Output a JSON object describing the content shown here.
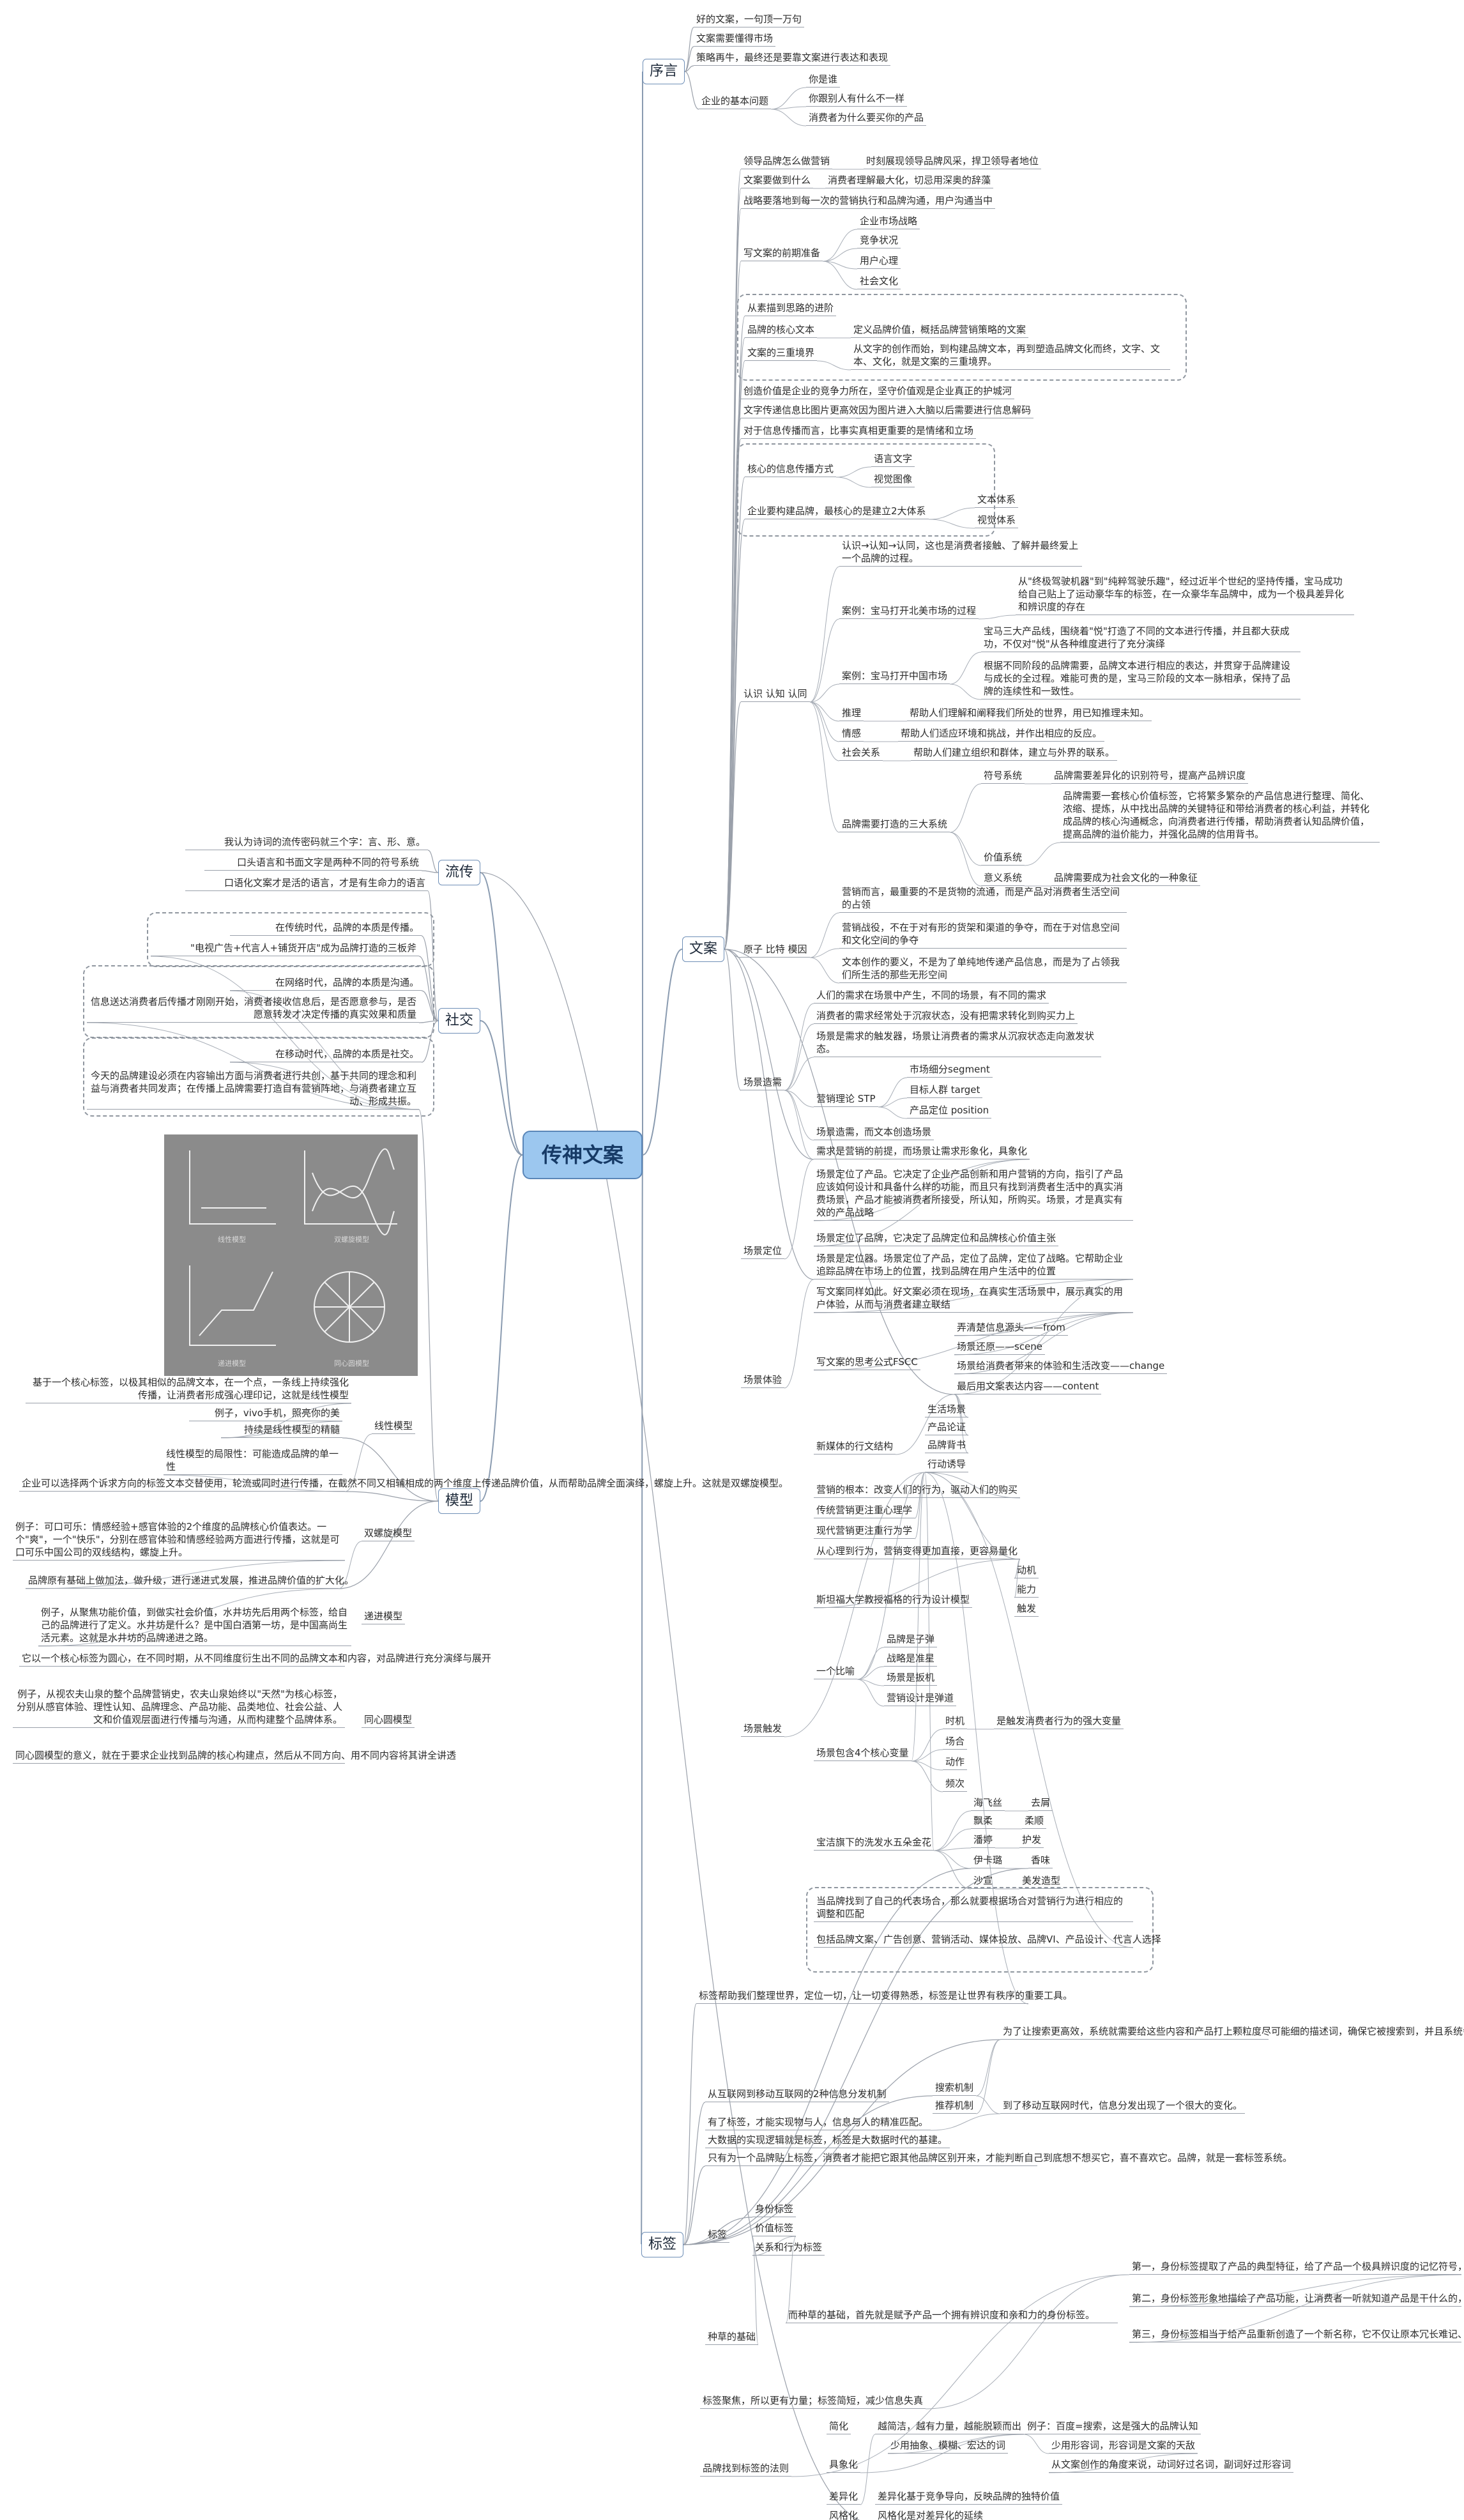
{
  "root": {
    "title": "传神文案"
  },
  "branches": [
    {
      "key": "xuyan",
      "label": "序言"
    },
    {
      "key": "wenan",
      "label": "文案"
    },
    {
      "key": "biaoqian",
      "label": "标签"
    },
    {
      "key": "liuchuan",
      "label": "流传"
    },
    {
      "key": "shejiao",
      "label": "社交"
    },
    {
      "key": "moxing",
      "label": "模型"
    }
  ],
  "picture_labels": [
    "线性模型",
    "双螺旋模型",
    "递进模型",
    "同心圆模型"
  ],
  "nodes": [
    "好的文案，一句顶一万句",
    "文案需要懂得市场",
    "策略再牛，最终还是要靠文案进行表达和表现",
    "企业的基本问题",
    "你是谁",
    "你跟别人有什么不一样",
    "消费者为什么要买你的产品",
    "领导品牌怎么做营销",
    "时刻展现领导品牌风采，捍卫领导者地位",
    "文案要做到什么",
    "消费者理解最大化，切忌用深奥的辞藻",
    "战略要落地到每一次的营销执行和品牌沟通，用户沟通当中",
    "写文案的前期准备",
    "企业市场战略",
    "竞争状况",
    "用户心理",
    "社会文化",
    "从素描到思路的进阶",
    "品牌的核心文本",
    "定义品牌价值，概括品牌营销策略的文案",
    "文案的三重境界",
    "从文字的创作而始，到构建品牌文本，再到塑造品牌文化而终，文字、文本、文化，就是文案的三重境界。",
    "创造价值是企业的竞争力所在，坚守价值观是企业真正的护城河",
    "文字传递信息比图片更高效",
    "因为图片进入大脑以后需要进行信息解码",
    "对于信息传播而言，比事实真相更重要的是情绪和立场",
    "核心的信息传播方式",
    "语言文字",
    "视觉图像",
    "企业要构建品牌，最核心的是建立2大体系",
    "文本体系",
    "视觉体系",
    "认识 认知 认同",
    "认识→认知→认同，这也是消费者接触、了解并最终爱上一个品牌的过程。",
    "案例：宝马打开北美市场的过程",
    "从\"终极驾驶机器\"到\"纯粹驾驶乐趣\"，经过近半个世纪的坚持传播，宝马成功给自己贴上了运动豪华车的标签，在一众豪华车品牌中，成为一个极具差异化和辨识度的存在",
    "案例：宝马打开中国市场",
    "宝马三大产品线，围绕着\"悦\"打造了不同的文本进行传播，并且都大获成功，不仅对\"悦\"从各种维度进行了充分演绎",
    "根据不同阶段的品牌需要，品牌文本进行相应的表达，并贯穿于品牌建设与成长的全过程。难能可贵的是，宝马三阶段的文本一脉相承，保持了品牌的连续性和一致性。",
    "推理",
    "帮助人们理解和阐释我们所处的世界，用已知推理未知。",
    "情感",
    "帮助人们适应环境和挑战，并作出相应的反应。",
    "社会关系",
    "帮助人们建立组织和群体，建立与外界的联系。",
    "品牌需要打造的三大系统",
    "符号系统",
    "品牌需要差异化的识别符号，提高产品辨识度",
    "价值系统",
    "品牌需要一套核心价值标签，它将繁多繁杂的产品信息进行整理、简化、浓缩、提炼，从中找出品牌的关键特征和带给消费者的核心利益，并转化成品牌的核心沟通概念，向消费者进行传播，帮助消费者认知品牌价值，提高品牌的溢价能力，并强化品牌的信用背书。",
    "意义系统",
    "品牌需要成为社会文化的一种象征",
    "原子 比特 模因",
    "营销而言，最重要的不是货物的流通，而是产品对消费者生活空间的占领",
    "营销战役，不在于对有形的货架和渠道的争夺，而在于对信息空间和文化空间的争夺",
    "文本创作的要义，不是为了单纯地传递产品信息，而是为了占领我们所生活的那些无形空间",
    "场景造需",
    "人们的需求在场景中产生，不同的场景，有不同的需求",
    "消费者的需求经常处于沉寂状态，没有把需求转化到购买力上",
    "场景是需求的触发器，场景让消费者的需求从沉寂状态走向激发状态。",
    "营销理论 STP",
    "市场细分segment",
    "目标人群 target",
    "产品定位 position",
    "场景造需，而文本创造场景",
    "需求是营销的前提，而场景让需求形象化，具象化",
    "场景定位",
    "场景定位了产品。它决定了企业产品创新和用户营销的方向，指引了产品应该如何设计和具备什么样的功能，而且只有找到消费者生活中的真实消费场景，产品才能被消费者所接受，所认知，所购买。场景，才是真实有效的产品战略",
    "场景定位了品牌，它决定了品牌定位和品牌核心价值主张",
    "场景是定位器。场景定位了产品，定位了品牌，定位了战略。它帮助企业追踪品牌在市场上的位置，找到品牌在用户生活中的位置",
    "场景体验",
    "写文案同样如此。好文案必须在现场，在真实生活场景中，展示真实的用户体验，从而与消费者建立联结",
    "写文案的思考公式FSCC",
    "弄清楚信息源头——from",
    "场景还原——scene",
    "场景给消费者带来的体验和生活改变——change",
    "最后用文案表达内容——content",
    "新媒体的行文结构",
    "生活场景",
    "产品论证",
    "品牌背书",
    "行动诱导",
    "场景触发",
    "营销的根本：改变人们的行为，驱动人们的购买",
    "传统营销更注重心理学",
    "现代营销更注重行为学",
    "从心理到行为，营销变得更加直接，更容易量化",
    "斯坦福大学教授福格的行为设计模型",
    "动机",
    "能力",
    "触发",
    "一个比喻",
    "品牌是子弹",
    "战略是准星",
    "场景是扳机",
    "营销设计是弹道",
    "场景包含4个核心变量",
    "时机",
    "是触发消费者行为的强大变量",
    "场合",
    "动作",
    "频次",
    "宝洁旗下的洗发水五朵金花",
    "海飞丝",
    "去屑",
    "飘柔",
    "柔顺",
    "潘婷",
    "护发",
    "伊卡璐",
    "香味",
    "沙宣",
    "美发造型",
    "当品牌找到了自己的代表场合，那么就要根据场合对营销行为进行相应的调整和匹配",
    "包括品牌文案、广告创意、营销活动、媒体投放、品牌VI、产品设计、代言人选择",
    "标签帮助我们整理世界，定位一切，让一切变得熟悉，标签是让世界有秩序的重要工具。",
    "从互联网到移动互联网的2种信息分发机制",
    "搜索机制",
    "为了让搜索更高效，系统就需要给这些内容和产品打上颗粒度尽可能细的描述词，确保它被搜索到，并且系统会建立一套学习机制，根据用户的搜索行为对关键词不断进行优化，关键词就是一种标签。",
    "推荐机制",
    "到了移动互联网时代，信息分发出现了一个很大的变化。",
    "有了标签，才能实现物与人，信息与人的精准匹配。",
    "大数据的实现逻辑就是标签，标签是大数据时代的基建。",
    "只有为一个品牌贴上标签，消费者才能把它跟其他品牌区别开来，才能判断自己到底想不想买它，喜不喜欢它。品牌，就是一套标签系统。",
    "标签",
    "身份标签",
    "价值标签",
    "关系和行为标签",
    "种草的基础",
    "而种草的基础，首先就是赋予产品一个拥有辨识度和亲和力的身份标签。",
    "第一，身份标签提取了产品的典型特征，给了产品一个极具辨识度的记忆符号，让产品变得更容易被消费者辨认",
    "第二，身份标签形象地描绘了产品功能，让消费者一听就知道产品是干什么的，有什么用处和好处",
    "第三，身份标签相当于给产品重新创造了一个新名称，它不仅让原本冗长难记、充斥着专业术语及专有名词的产品名称变得通俗易懂、好读好记好传播，更让产品变成了消费者口中一个昵称或爱称，让产品变成了消费者的心头好，这样更加容易建立情感联结。",
    "标签聚焦，所以更有力量；标签简短，减少信息失真",
    "品牌找到标签的法则",
    "简化",
    "越简洁，越有力量，越能脱颖而出",
    "例子：百度=搜索，这是强大的品牌认知",
    "具象化",
    "少用抽象、模糊、宏达的词",
    "少用形容词，形容词是文案的天敌",
    "从文案创作的角度来说，动词好过名词，副词好过形容词",
    "差异化",
    "差异化基于竞争导向，反映品牌的独特价值",
    "风格化",
    "风格化是对差异化的延续",
    "我认为诗词的流传密码就三个字：言、形、意。",
    "口头语言和书面文字是两种不同的符号系统",
    "口语化文案才是活的语言，才是有生命力的语言",
    "在传统时代，品牌的本质是传播。",
    "\"电视广告+代言人+铺货开店\"成为品牌打造的三板斧",
    "在网络时代，品牌的本质是沟通。",
    "信息送达消费者后传播才刚刚开始，消费者接收信息后，是否愿意参与，是否愿意转发才决定传播的真实效果和质量",
    "在移动时代，品牌的本质是社交。",
    "今天的品牌建设必须在内容输出方面与消费者进行共创，基于共同的理念和利益与消费者共同发声；在传播上品牌需要打造自有营销阵地，与消费者建立互动、形成共振。",
    "基于一个核心标签，以极其相似的品牌文本，在一个点，一条线上持续强化传播，让消费者形成强心理印记，这就是线性模型",
    "例子，vivo手机，照亮你的美",
    "持续是线性模型的精髓",
    "线性模型的局限性：可能造成品牌的单一性",
    "线性模型",
    "企业可以选择两个诉求方向的标签文本交替使用，轮流或同时进行传播，在截然不同又相辅相成的两个维度上传递品牌价值，从而帮助品牌全面演绎，螺旋上升。这就是双螺旋模型。",
    "例子：可口可乐：情感经验+感官体验的2个维度的品牌核心价值表达。一个\"爽\"，一个\"快乐\"，分别在感官体验和情感经验两方面进行传播，这就是可口可乐中国公司的双线结构，螺旋上升。",
    "双螺旋模型",
    "品牌原有基础上做加法，做升级，进行递进式发展，推进品牌价值的扩大化。",
    "例子，从聚焦功能价值，到做实社会价值，水井坊先后用两个标签，给自己的品牌进行了定义。水井坊是什么？是中国白酒第一坊，是中国高尚生活元素。这就是水井坊的品牌递进之路。",
    "递进模型",
    "它以一个核心标签为圆心，在不同时期，从不同维度衍生出不同的品牌文本和内容，对品牌进行充分演绎与展开",
    "例子，从视农夫山泉的整个品牌营销史，农夫山泉始终以\"天然\"为核心标签，分别从感官体验、理性认知、品牌理念、产品功能、品类地位、社会公益、人文和价值观层面进行传播与沟通，从而构建整个品牌体系。",
    "同心圆模型",
    "同心圆模型的意义，就在于要求企业找到品牌的核心构建点，然后从不同方向、用不同内容将其讲全讲透"
  ]
}
